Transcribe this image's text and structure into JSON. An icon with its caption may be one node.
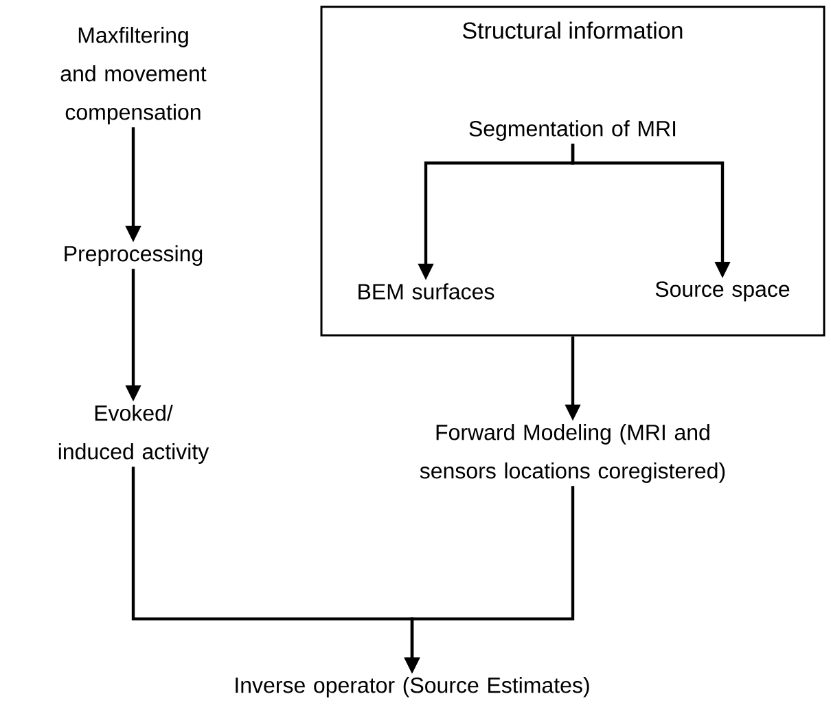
{
  "diagram": {
    "nodes": [
      {
        "text": [
          "Maxfiltering and movement compensation"
        ]
      },
      {
        "text": [
          "Preprocessing"
        ]
      },
      {
        "text": [
          "Evoked/ induced activity"
        ]
      },
      {
        "text": [
          "Structural information"
        ]
      },
      {
        "text": [
          "Segmentation of MRI"
        ],
        "in": 3
      },
      {
        "text": [
          "BEM surfaces"
        ],
        "in": 3
      },
      {
        "text": [
          "Source space"
        ],
        "in": 3
      },
      {
        "text": [
          "Forward Modeling (MRI and sensors locations coregistered)"
        ]
      },
      {
        "text": [
          "Inverse operator (Source Estimates)"
        ]
      }
    ],
    "edges": [
      {
        "from": 0,
        "to": 1,
        "arrow": "to"
      },
      {
        "from": 1,
        "to": 2,
        "arrow": "to"
      },
      {
        "from": 4,
        "to": 5,
        "arrow": "to"
      },
      {
        "from": 4,
        "to": 6,
        "arrow": "to"
      },
      {
        "from": 3,
        "to": 7,
        "arrow": "to"
      },
      {
        "from": 2,
        "to": 8,
        "arrow": "to"
      },
      {
        "from": 7,
        "to": 8,
        "arrow": "to"
      }
    ]
  }
}
